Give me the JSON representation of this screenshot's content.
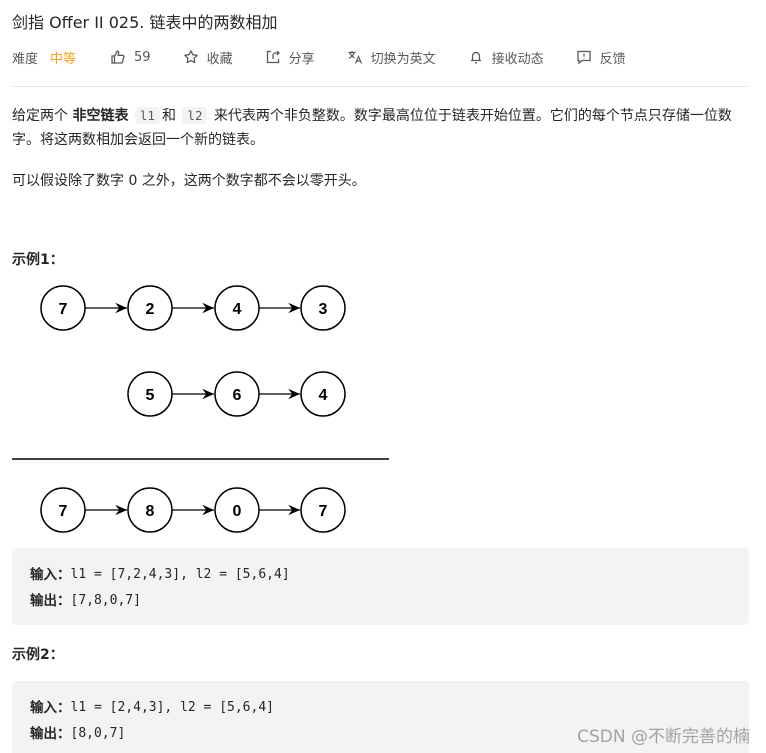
{
  "problem": {
    "title": "剑指 Offer II 025. 链表中的两数相加",
    "difficulty_label": "难度",
    "difficulty": "中等",
    "difficulty_color": "#ffa116",
    "actions": [
      {
        "id": "like",
        "icon": "thumbs-up-icon",
        "label": "59"
      },
      {
        "id": "favorite",
        "icon": "star-icon",
        "label": "收藏"
      },
      {
        "id": "share",
        "icon": "share-icon",
        "label": "分享"
      },
      {
        "id": "translate",
        "icon": "translate-icon",
        "label": "切换为英文"
      },
      {
        "id": "subscribe",
        "icon": "bell-icon",
        "label": "接收动态"
      },
      {
        "id": "feedback",
        "icon": "feedback-icon",
        "label": "反馈"
      }
    ]
  },
  "description": {
    "p1_prefix": "给定两个 ",
    "p1_bold": "非空链表",
    "p1_code1": "l1",
    "p1_mid": "和",
    "p1_code2": "l2",
    "p1_suffix": " 来代表两个非负整数。数字最高位位于链表开始位置。它们的每个节点只存储一位数字。将这两数相加会返回一个新的链表。",
    "p2": "可以假设除了数字 0 之外，这两个数字都不会以零开头。"
  },
  "examples": [
    {
      "heading": "示例1：",
      "diagram": {
        "list1": [
          "7",
          "2",
          "4",
          "3"
        ],
        "list2": [
          "5",
          "6",
          "4"
        ],
        "result": [
          "7",
          "8",
          "0",
          "7"
        ]
      },
      "input_label": "输入：",
      "input_value": "l1 = [7,2,4,3], l2 = [5,6,4]",
      "output_label": "输出：",
      "output_value": "[7,8,0,7]"
    },
    {
      "heading": "示例2：",
      "input_label": "输入：",
      "input_value": "l1 = [2,4,3], l2 = [5,6,4]",
      "output_label": "输出：",
      "output_value": "[8,0,7]"
    }
  ],
  "watermark": "CSDN @不断完善的楠"
}
